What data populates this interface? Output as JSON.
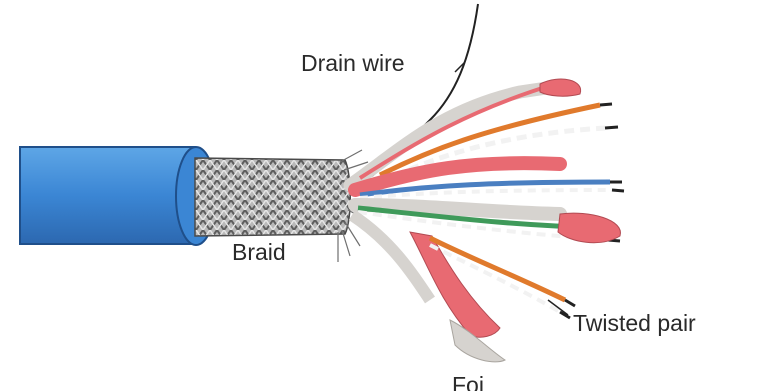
{
  "labels": {
    "drain_wire": "Drain wire",
    "braid": "Braid",
    "twisted_pair": "Twisted pair",
    "foil": "Foi"
  },
  "colors": {
    "jacket": "#3b86d4",
    "jacket_dark": "#2c68b0",
    "braid": "#8f8f8f",
    "foil": "#e86a72",
    "foil_gray": "#d6d3cf",
    "wire_orange": "#e07a2c",
    "wire_blue": "#4a7fc1",
    "wire_green": "#3f9a5a",
    "wire_white": "#f2f2f2",
    "wire_dark": "#222222",
    "text": "#2a2a2a"
  }
}
